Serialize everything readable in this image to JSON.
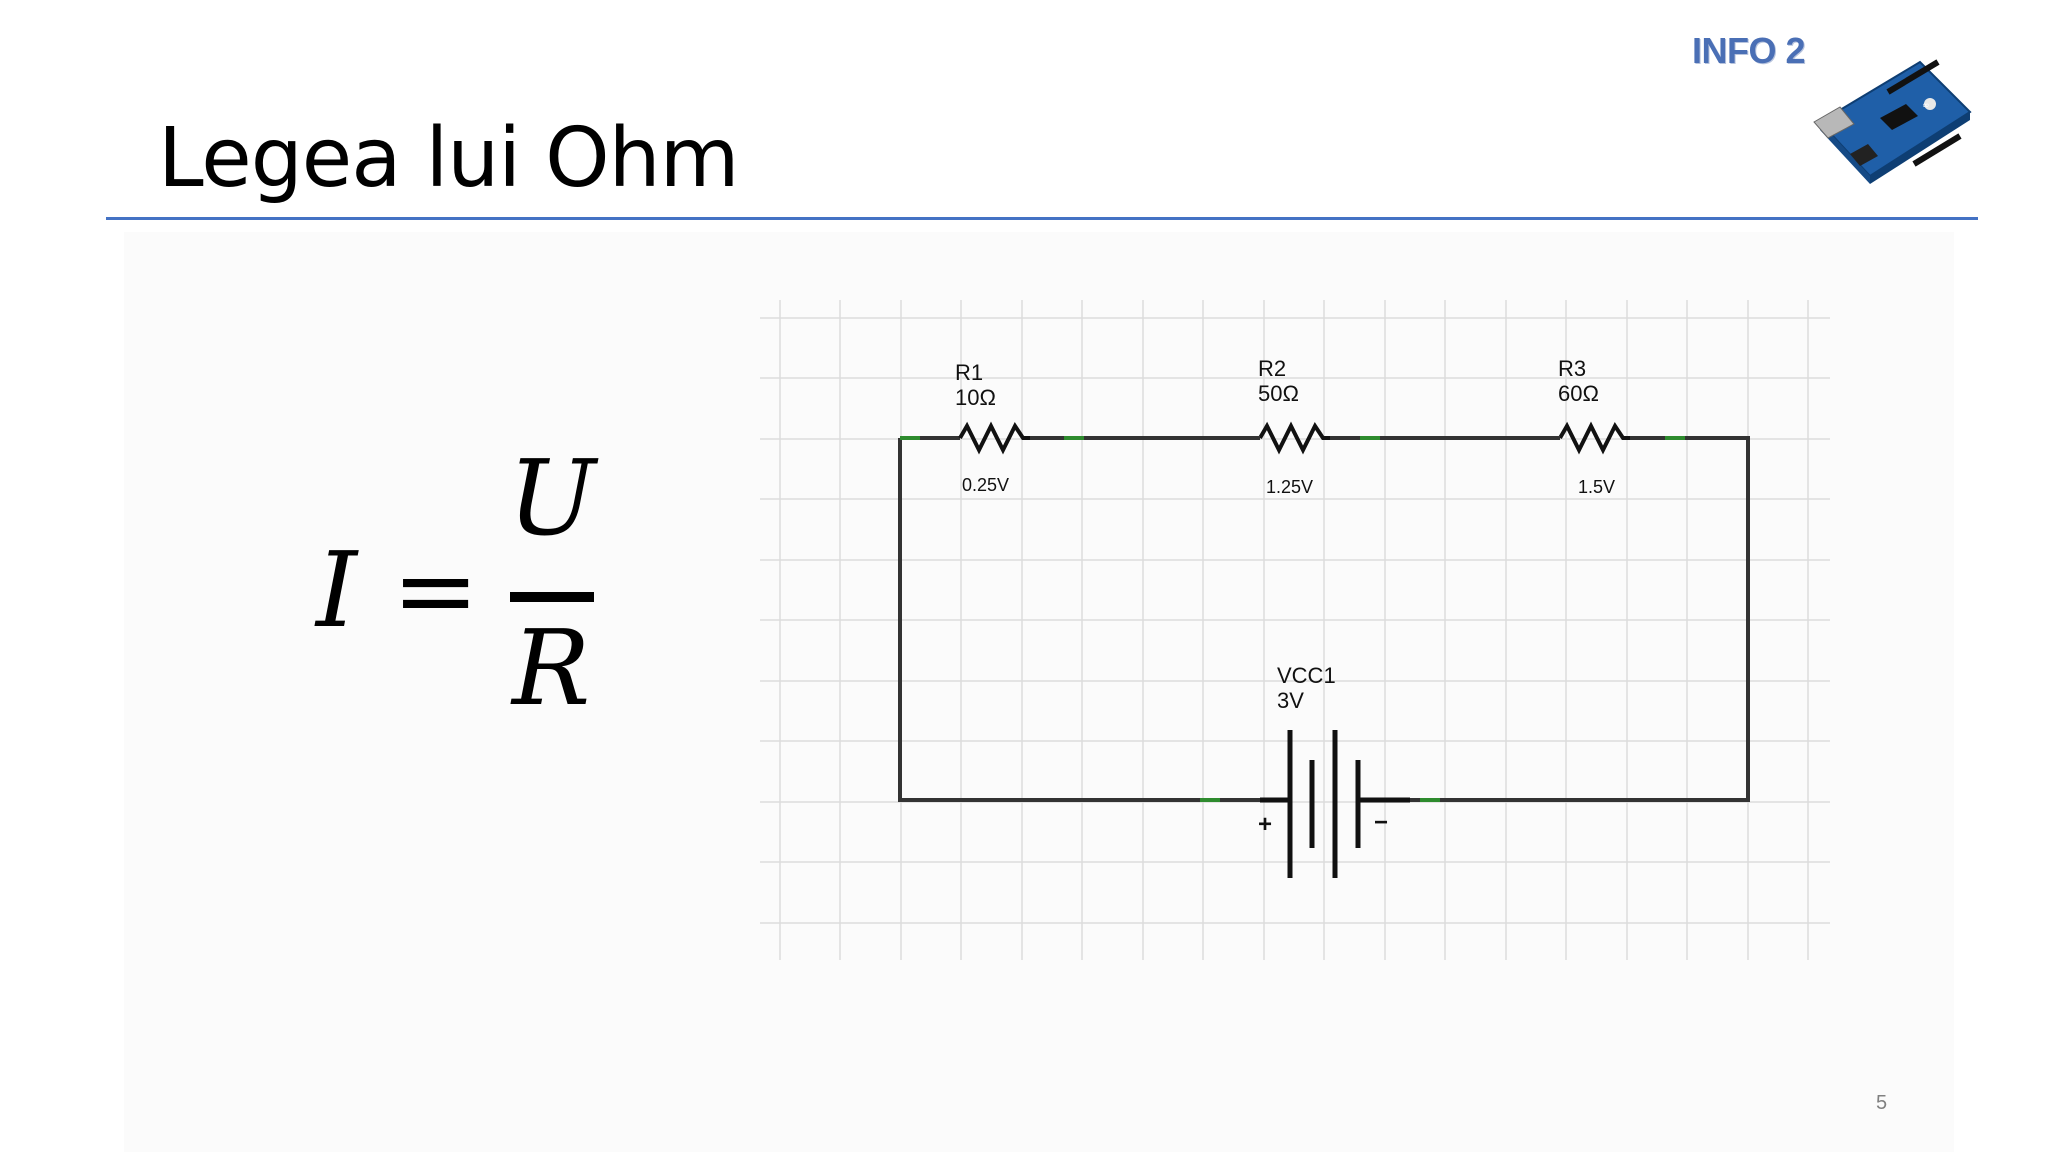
{
  "slide": {
    "title": "Legea lui Ohm",
    "brand": "INFO 2",
    "page_number": "5"
  },
  "formula": {
    "lhs": "I",
    "equals": "=",
    "numerator": "U",
    "denominator": "R"
  },
  "circuit": {
    "resistors": [
      {
        "name": "R1",
        "value": "10Ω",
        "voltage": "0.25V"
      },
      {
        "name": "R2",
        "value": "50Ω",
        "voltage": "1.25V"
      },
      {
        "name": "R3",
        "value": "60Ω",
        "voltage": "1.5V"
      }
    ],
    "source": {
      "name": "VCC1",
      "value": "3V",
      "plus": "+",
      "minus": "−"
    }
  },
  "colors": {
    "accent_rule": "#4472c4",
    "brand_text": "#4a6fb5",
    "wire": "#333333",
    "terminal": "#2e8b2e",
    "grid": "#dcdcdc"
  }
}
